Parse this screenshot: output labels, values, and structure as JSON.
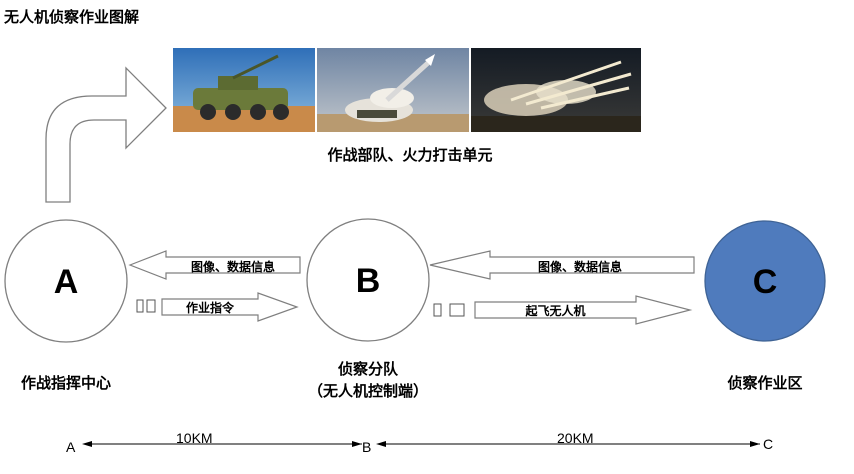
{
  "title": "无人机侦察作业图解",
  "photos_caption": "作战部队、火力打击单元",
  "photos": [
    {
      "name": "armored-air-defense-vehicle",
      "sky": "#3d7fc4",
      "ground": "#c98a4a"
    },
    {
      "name": "rocket-launch",
      "sky": "#8fa0b8",
      "ground": "#b89a70"
    },
    {
      "name": "salvo-rocket-launch",
      "sky": "#1e2630",
      "ground": "#3a3020"
    }
  ],
  "nodes": {
    "a": {
      "letter": "A",
      "label": "作战指挥中心"
    },
    "b": {
      "letter": "B",
      "label_line1": "侦察分队",
      "label_line2": "（无人机控制端）"
    },
    "c": {
      "letter": "C",
      "label": "侦察作业区",
      "fill": "#4f7bbd"
    }
  },
  "arrows": {
    "b_to_a": "图像、数据信息",
    "a_to_b": "作业指令",
    "c_to_b": "图像、数据信息",
    "b_to_c": "起飞无人机"
  },
  "distances": {
    "start": "A",
    "mid": "B",
    "end": "C",
    "ab": "10KM",
    "bc": "20KM"
  }
}
